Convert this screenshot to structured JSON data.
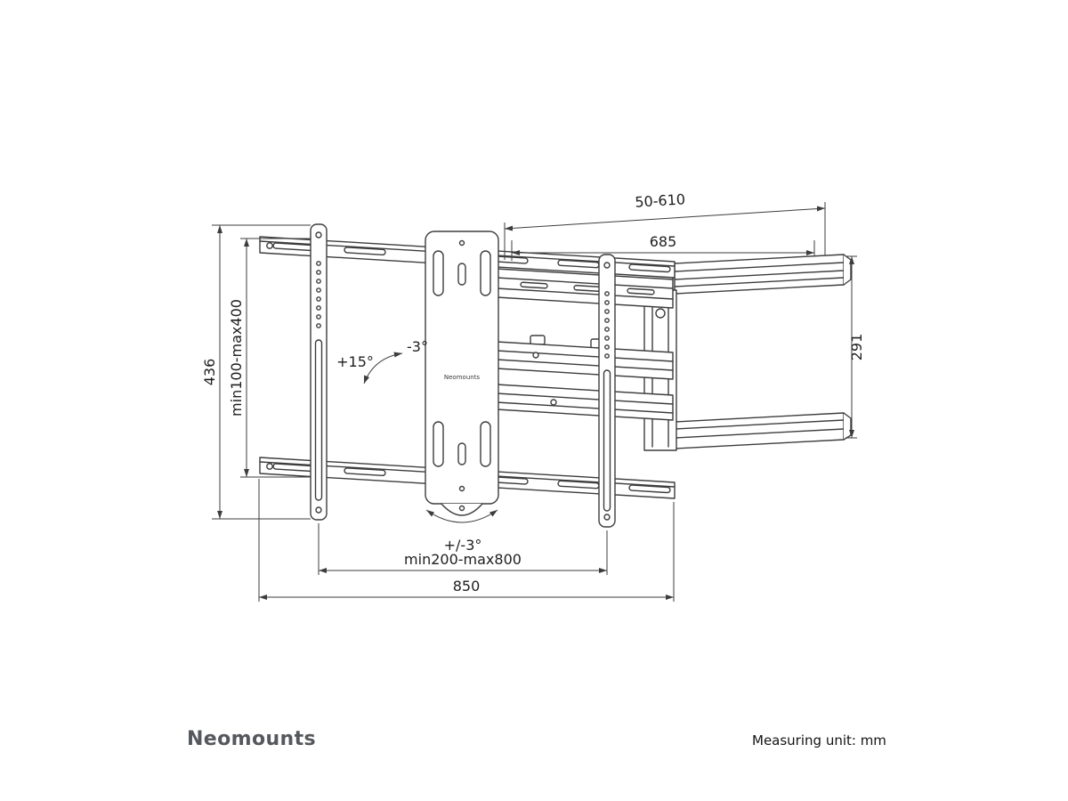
{
  "diagram": {
    "dimensions": {
      "depth_range": "50-610",
      "wall_plate_width": "685",
      "total_height": "436",
      "vesa_height_range": "min100-max400",
      "wall_plate_height": "291",
      "vesa_width_range": "min200-max800",
      "total_width": "850"
    },
    "angles": {
      "tilt_up": "+15°",
      "tilt_down": "-3°",
      "level_adjust": "+/-3°"
    },
    "plate_label": "Neomounts"
  },
  "footer": {
    "brand": "Neomounts",
    "unit_note": "Measuring unit: mm"
  }
}
